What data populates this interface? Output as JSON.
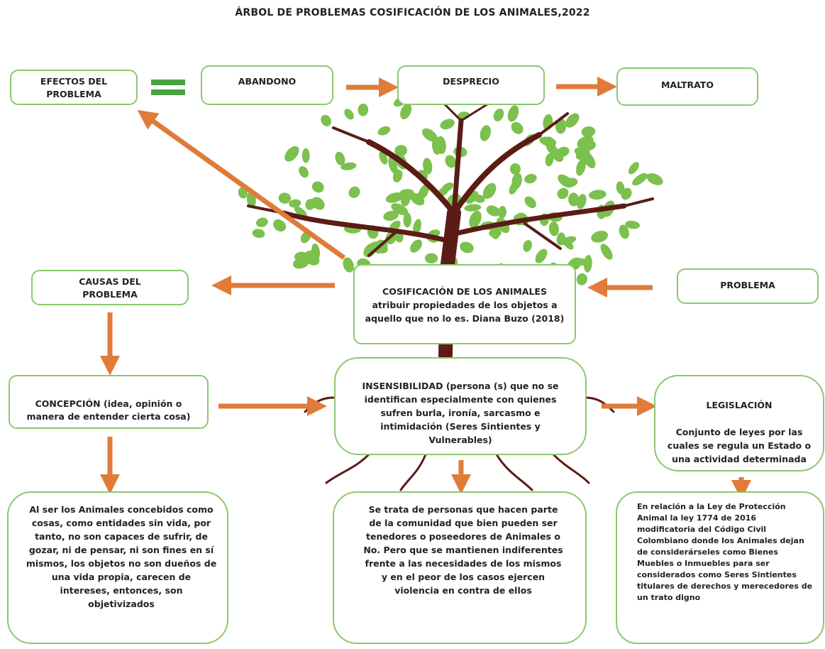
{
  "title": "ÁRBOL DE PROBLEMAS COSIFICACIÓN DE LOS ANIMALES,2022",
  "colors": {
    "leaf": "#7cc04d",
    "trunk": "#5a1c14",
    "arrow": "#e07b39",
    "border": "#8bc870",
    "equals": "#4aa341"
  },
  "boxes": {
    "efectos": "EFECTOS DEL\nPROBLEMA",
    "abandono": "ABANDONO",
    "desprecio": "DESPRECIO",
    "maltrato": "MALTRATO",
    "causas": "CAUSAS DEL\nPROBLEMA",
    "problema": "PROBLEMA",
    "cosificacion_label": "COSIFICACIÓN DE LOS ANIMALES",
    "cosificacion_text": " atribuir propiedades de los objetos a aquello que no lo es. Diana Buzo (2018)",
    "concepcion_label": "CONCEPCIÓN",
    "concepcion_text": " (idea, opinión o manera de entender cierta cosa)",
    "insensibilidad_label": "INSENSIBILIDAD",
    "insensibilidad_text": " (persona (s) que no se identifican especialmente con quienes sufren burla, ironía, sarcasmo e intimidación (Seres Sintientes y Vulnerables)",
    "legislacion_label": "LEGISLACIÓN",
    "legislacion_text": "Conjunto de leyes por las cuales se regula un Estado o una actividad determinada",
    "animales_cosas": "Al ser los Animales concebidos como cosas, como entidades sin vida, por tanto, no son capaces de sufrir, de gozar, ni de pensar, ni son fines en sí mismos, los objetos no son dueños de una vida propia, carecen de intereses, entonces, son objetivizados",
    "personas": "Se trata de personas que hacen parte de la comunidad que bien pueden ser tenedores o poseedores de Animales o No. Pero que se mantienen indiferentes frente a las necesidades de los mismos y en el peor de los casos ejercen violencia en contra de ellos",
    "ley": "En relación a la Ley de Protección Animal la ley 1774 de 2016 modificatoria del Código Civil Colombiano donde los Animales dejan de considerárseles como Bienes Muebles o Inmuebles para ser considerados como Seres Sintientes titulares de derechos y merecedores de un trato digno"
  }
}
